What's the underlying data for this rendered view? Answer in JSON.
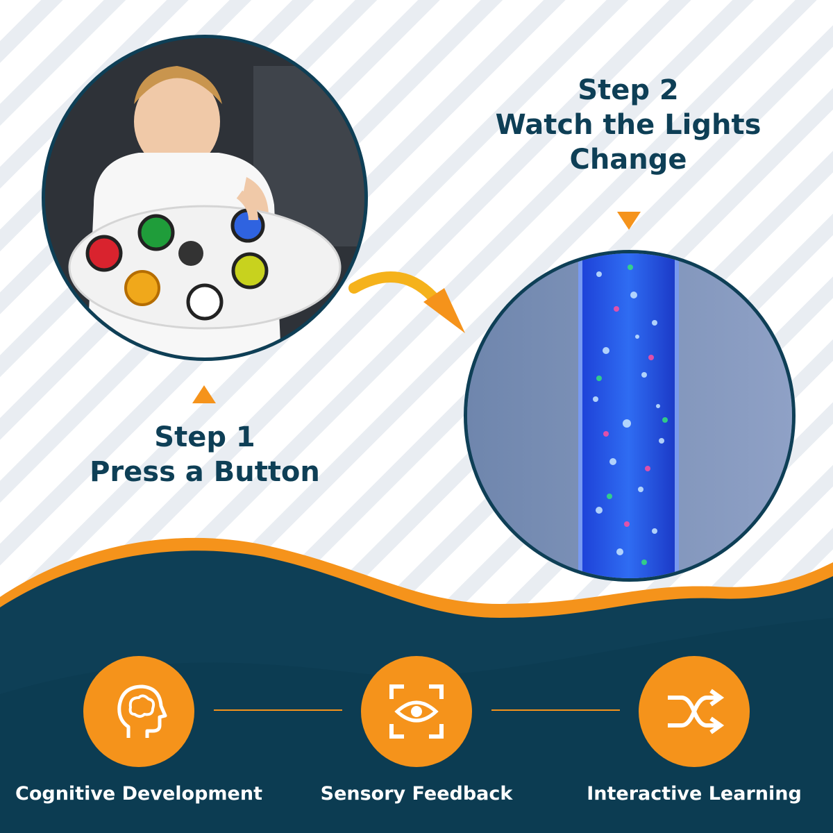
{
  "step1": {
    "title": "Step 1",
    "text": "Press a Button"
  },
  "step2": {
    "line1": "Step 2",
    "line2": "Watch the Lights",
    "line3": "Change"
  },
  "features": [
    {
      "label": "Cognitive Development",
      "icon": "brain-head-icon"
    },
    {
      "label": "Sensory Feedback",
      "icon": "eye-scan-icon"
    },
    {
      "label": "Interactive Learning",
      "icon": "shuffle-icon"
    }
  ],
  "colors": {
    "navy": "#0e3f56",
    "orange": "#f5931b",
    "stripe": "#e9edf2"
  }
}
